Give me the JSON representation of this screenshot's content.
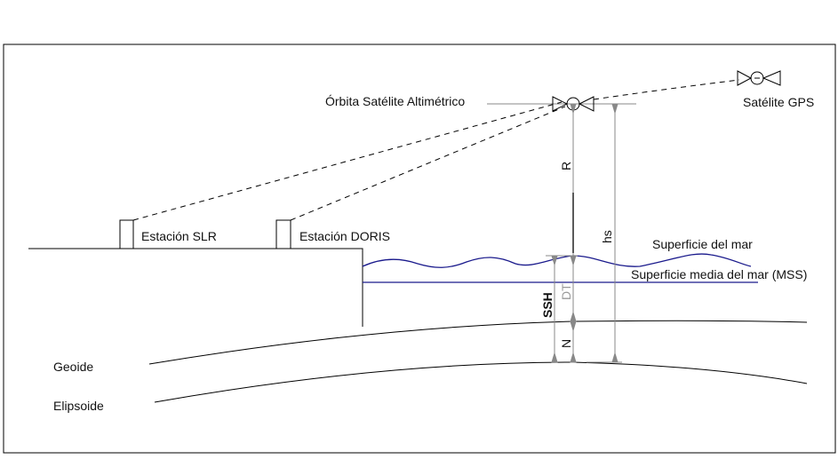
{
  "labels": {
    "orbit": "Órbita Satélite Altimétrico",
    "gps": "Satélite GPS",
    "slr": "Estación SLR",
    "doris": "Estación DORIS",
    "sea_surface": "Superficie del mar",
    "mss": "Superficie media del mar (MSS)",
    "geoid": "Geoide",
    "ellipsoid": "Elipsoide",
    "r": "R",
    "hs": "hs",
    "ssh": "SSH",
    "dt": "DT",
    "n": "N"
  },
  "colors": {
    "sea": "#1a1a8c",
    "dimension": "#888888",
    "line": "#000000"
  }
}
